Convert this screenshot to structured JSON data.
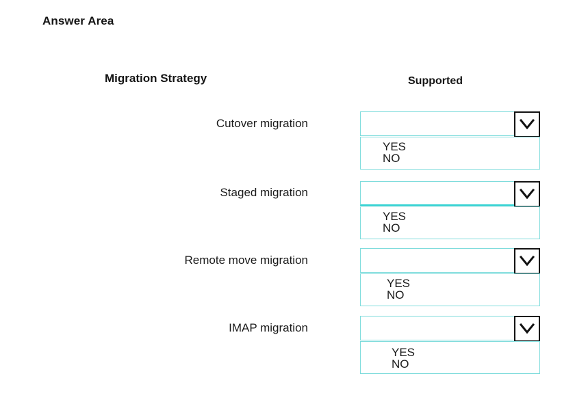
{
  "page": {
    "title": "Answer Area"
  },
  "table": {
    "headers": {
      "strategy": "Migration Strategy",
      "supported": "Supported"
    },
    "rows": [
      {
        "label": "Cutover migration",
        "dropdown": {
          "selected_value": "",
          "options": [
            "YES",
            "NO"
          ],
          "arrow_icon": "chevron-down-icon"
        }
      },
      {
        "label": "Staged migration",
        "dropdown": {
          "selected_value": "",
          "options": [
            "YES",
            "NO"
          ],
          "arrow_icon": "chevron-down-icon"
        }
      },
      {
        "label": "Remote move migration",
        "dropdown": {
          "selected_value": "",
          "options": [
            "YES",
            "NO"
          ],
          "arrow_icon": "chevron-down-icon"
        }
      },
      {
        "label": "IMAP migration",
        "dropdown": {
          "selected_value": "",
          "options": [
            "YES",
            "NO"
          ],
          "arrow_icon": "chevron-down-icon"
        }
      }
    ]
  },
  "colors": {
    "border_cyan": "#7fdcdc",
    "border_cyan_strong": "#27cfd0",
    "arrow_box_border": "#121212",
    "text": "#1a1a1a",
    "background": "#ffffff"
  }
}
